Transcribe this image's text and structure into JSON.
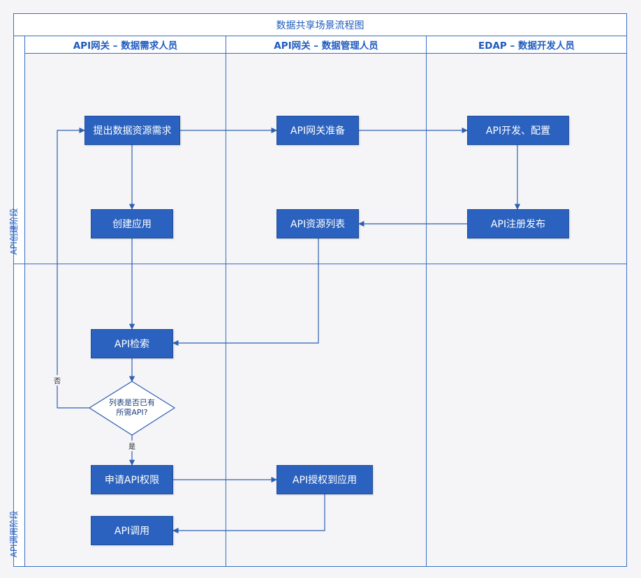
{
  "title": "数据共享场景流程图",
  "lanes": [
    "API网关 – 数据需求人员",
    "API网关 – 数据管理人员",
    "EDAP – 数据开发人员"
  ],
  "phases": [
    "API创建阶段",
    "API调用阶段"
  ],
  "nodes": {
    "request": "提出数据资源需求",
    "create_app": "创建应用",
    "gateway_prep": "API网关准备",
    "api_list": "API资源列表",
    "develop": "API开发、配置",
    "register": "API注册发布",
    "search": "API检索",
    "decision_line1": "列表是否已有",
    "decision_line2": "所需API?",
    "apply": "申请API权限",
    "authorize": "API授权到应用",
    "invoke": "API调用"
  },
  "edge_labels": {
    "no": "否",
    "yes": "是"
  },
  "colors": {
    "frame": "#3a6fc4",
    "node_fill": "#2b62bf",
    "arrow": "#2f5fb3",
    "background": "#f5f5f7"
  }
}
